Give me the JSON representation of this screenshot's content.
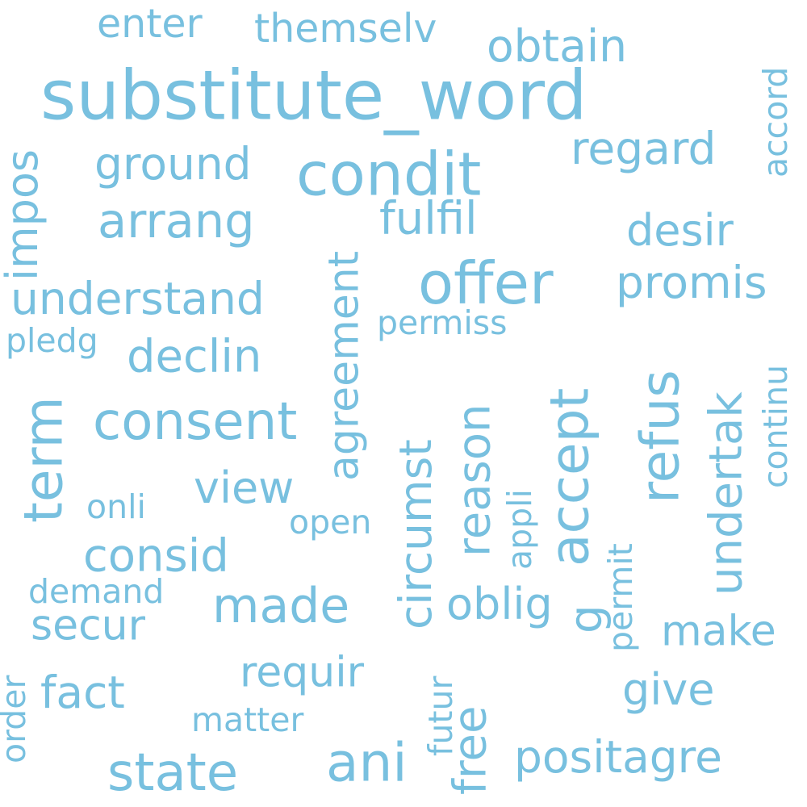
{
  "word_color": "#78c0df",
  "background": "#ffffff",
  "words": [
    {
      "text": "substitute_word"
    },
    {
      "text": "condit"
    },
    {
      "text": "offer"
    },
    {
      "text": "accept"
    },
    {
      "text": "refus"
    },
    {
      "text": "agreement"
    },
    {
      "text": "term"
    },
    {
      "text": "consent"
    },
    {
      "text": "ani"
    },
    {
      "text": "state"
    },
    {
      "text": "made"
    },
    {
      "text": "arrang"
    },
    {
      "text": "understand"
    },
    {
      "text": "undertak"
    },
    {
      "text": "reason"
    },
    {
      "text": "circumst"
    },
    {
      "text": "declin"
    },
    {
      "text": "consid"
    },
    {
      "text": "promis"
    },
    {
      "text": "positagre"
    },
    {
      "text": "regard"
    },
    {
      "text": "ground"
    },
    {
      "text": "obtain"
    },
    {
      "text": "fact"
    },
    {
      "text": "free"
    },
    {
      "text": "fulfil"
    },
    {
      "text": "desir"
    },
    {
      "text": "impos"
    },
    {
      "text": "view"
    },
    {
      "text": "oblig"
    },
    {
      "text": "give"
    },
    {
      "text": "make"
    },
    {
      "text": "requir"
    },
    {
      "text": "secur"
    },
    {
      "text": "enter"
    },
    {
      "text": "themselv"
    },
    {
      "text": "continu"
    },
    {
      "text": "accord"
    },
    {
      "text": "permiss"
    },
    {
      "text": "pledg"
    },
    {
      "text": "open"
    },
    {
      "text": "onli"
    },
    {
      "text": "appli"
    },
    {
      "text": "demand"
    },
    {
      "text": "permit"
    },
    {
      "text": "matter"
    },
    {
      "text": "futur"
    },
    {
      "text": "order"
    },
    {
      "text": "g"
    }
  ]
}
